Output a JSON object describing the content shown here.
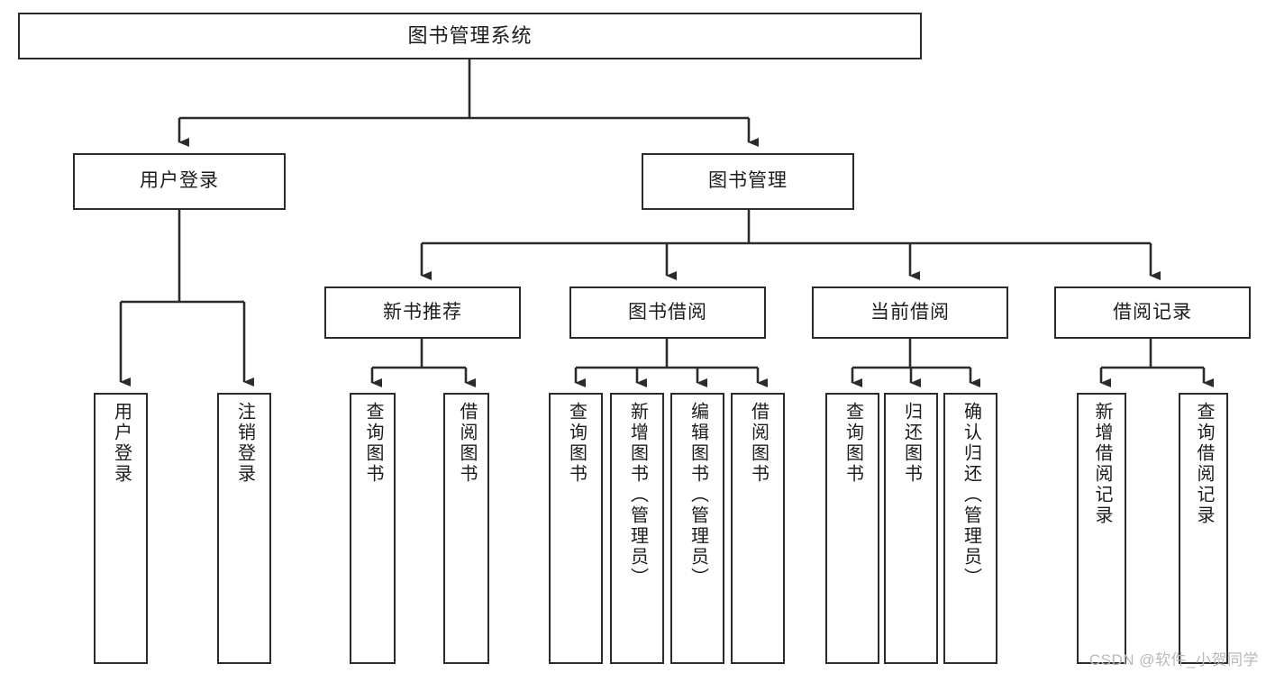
{
  "diagram": {
    "title": "图书管理系统",
    "type": "tree-hierarchy-diagram",
    "root": {
      "label": "图书管理系统"
    },
    "level2": [
      {
        "label": "用户登录"
      },
      {
        "label": "图书管理"
      }
    ],
    "level3": [
      {
        "label": "新书推荐"
      },
      {
        "label": "图书借阅"
      },
      {
        "label": "当前借阅"
      },
      {
        "label": "借阅记录"
      }
    ],
    "leaves": {
      "user_login": [
        {
          "label": "用户登录"
        },
        {
          "label": "注销登录"
        }
      ],
      "new_book_recommend": [
        {
          "label": "查询图书"
        },
        {
          "label": "借阅图书"
        }
      ],
      "book_borrow": [
        {
          "label": "查询图书"
        },
        {
          "label": "新增图书（管理员）"
        },
        {
          "label": "编辑图书（管理员）"
        },
        {
          "label": "借阅图书"
        }
      ],
      "current_borrow": [
        {
          "label": "查询图书"
        },
        {
          "label": "归还图书"
        },
        {
          "label": "确认归还（管理员）"
        }
      ],
      "borrow_records": [
        {
          "label": "新增借阅记录"
        },
        {
          "label": "查询借阅记录"
        }
      ]
    }
  },
  "watermark": {
    "text": "CSDN @软件_小贺同学"
  },
  "colors": {
    "border": "#2b2b2b",
    "background": "#ffffff",
    "text": "#1c1c1c",
    "watermark": "#b9b9b9"
  }
}
